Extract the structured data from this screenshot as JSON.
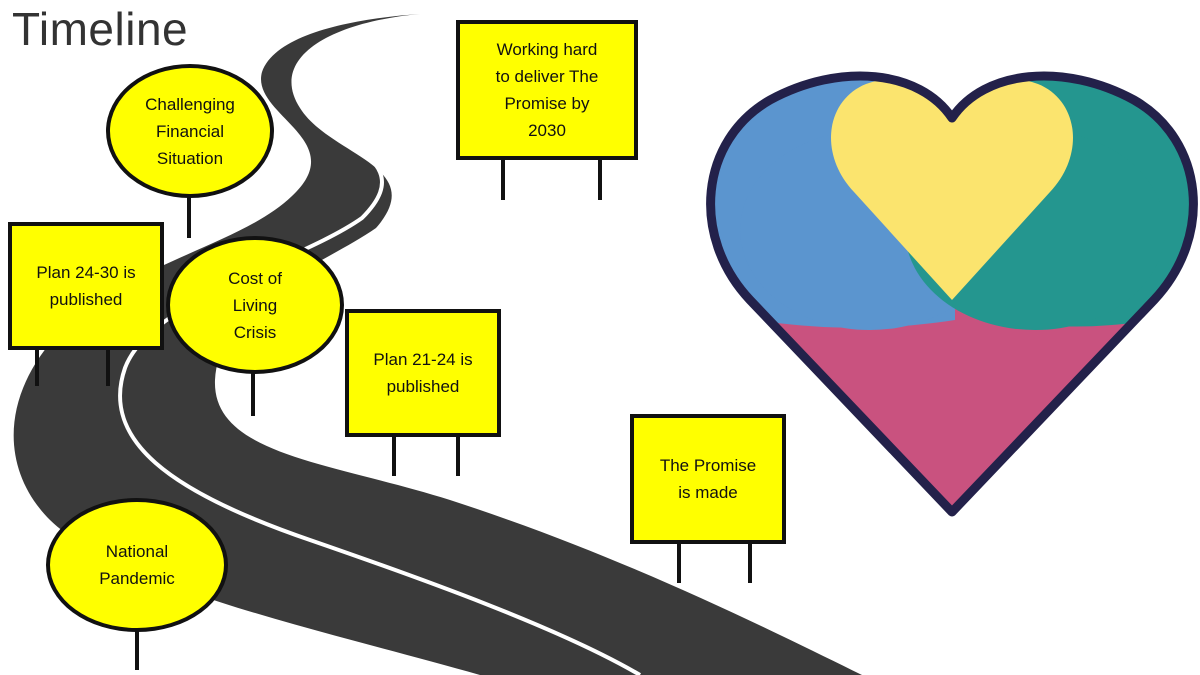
{
  "title": "Timeline",
  "colors": {
    "sign_fill": "#FFFF00",
    "sign_border": "#111111",
    "road": "#3A3A3A",
    "road_line": "#FFFFFF",
    "heart_outline": "#23214A",
    "heart_blue": "#5B95CF",
    "heart_teal": "#24968F",
    "heart_yellow": "#FBE46E",
    "heart_pink": "#C9527F"
  },
  "signs": {
    "working_hard": "Working hard\nto deliver The\nPromise by\n2030",
    "challenging": "Challenging\nFinancial\nSituation",
    "plan_24_30": "Plan 24-30 is\npublished",
    "cost_of_living": "Cost of\nLiving\nCrisis",
    "plan_21_24": "Plan 21-24 is\npublished",
    "promise_made": "The Promise\nis made",
    "pandemic": "National\nPandemic"
  }
}
